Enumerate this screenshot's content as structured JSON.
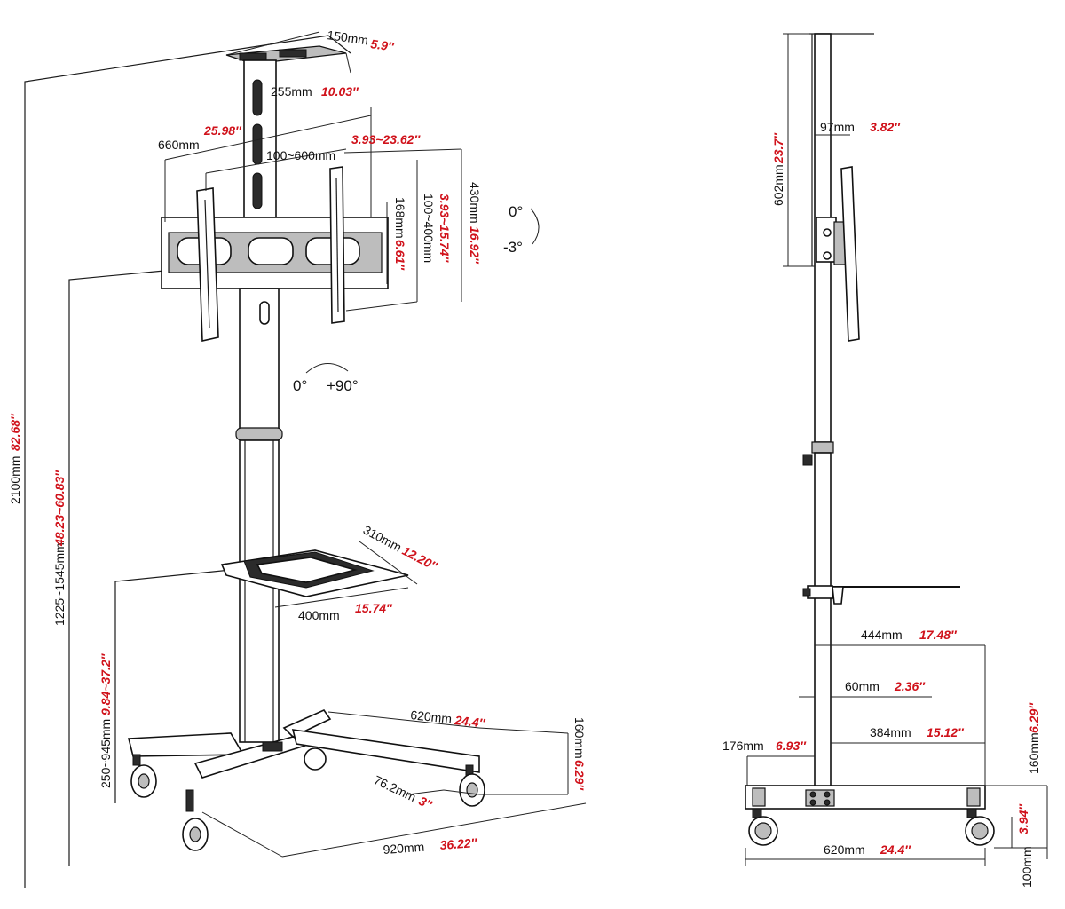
{
  "front": {
    "top_width": {
      "mm": "150mm",
      "in": "5.9″"
    },
    "top_depth": {
      "mm": "255mm",
      "in": "10.03″"
    },
    "bracket_width": {
      "mm": "660mm",
      "in": "25.98″"
    },
    "vesa_h": {
      "mm": "100~600mm",
      "in": "3.93~23.62″"
    },
    "vesa_v1": {
      "mm": "168mm",
      "in": "6.61″"
    },
    "vesa_v2": {
      "mm": "100~400mm",
      "in": "3.93~15.74″"
    },
    "bracket_height": {
      "mm": "430mm",
      "in": "16.92″"
    },
    "tilt_top": "0°",
    "tilt_bottom": "-3°",
    "rotate_start": "0°",
    "rotate_end": "+90°",
    "total_height": {
      "mm": "2100mm",
      "in": "82.68″"
    },
    "center_height": {
      "mm": "1225~1545mm",
      "in": "48.23~60.83″"
    },
    "shelf_depth": {
      "mm": "310mm",
      "in": "12.20″"
    },
    "shelf_width": {
      "mm": "400mm",
      "in": "15.74″"
    },
    "shelf_height": {
      "mm": "250~945mm",
      "in": "9.84~37.2″"
    },
    "base_depth": {
      "mm": "620mm",
      "in": "24.4″"
    },
    "base_height": {
      "mm": "160mm",
      "in": "6.29″"
    },
    "caster": {
      "mm": "76.2mm",
      "in": "3″"
    },
    "base_width": {
      "mm": "920mm",
      "in": "36.22″"
    }
  },
  "side": {
    "panel_height": {
      "mm": "602mm",
      "in": "23.7″"
    },
    "panel_offset": {
      "mm": "97mm",
      "in": "3.82″"
    },
    "shelf_reach": {
      "mm": "444mm",
      "in": "17.48″"
    },
    "pole_width": {
      "mm": "60mm",
      "in": "2.36″"
    },
    "front_reach": {
      "mm": "176mm",
      "in": "6.93″"
    },
    "rear_reach": {
      "mm": "384mm",
      "in": "15.12″"
    },
    "base_height": {
      "mm": "160mm",
      "in": "6.29″"
    },
    "wheel_height": {
      "in": "3.94″"
    },
    "wheel_mm": "100mm",
    "base_length": {
      "mm": "620mm",
      "in": "24.4″"
    }
  }
}
